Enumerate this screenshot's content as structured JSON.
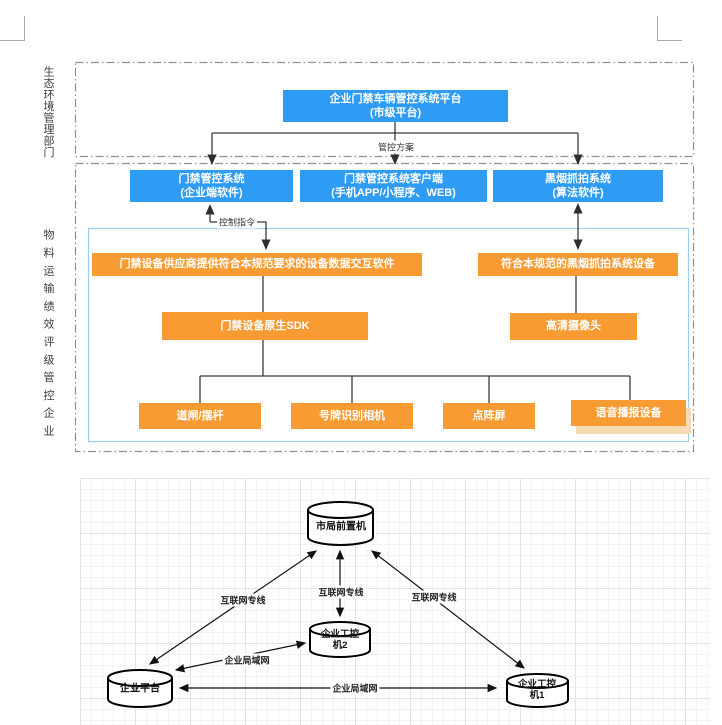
{
  "sections": {
    "gov_label": "生态环境管理部门",
    "enterprise_label": "物料运输绩效评级管控企业"
  },
  "flowchart": {
    "platform": "企业门禁车辆管控系统平台\n(市级平台)",
    "edge_plan": "管控方案",
    "edge_control": "控制指令",
    "access_system": "门禁管控系统\n(企业端软件)",
    "client_system": "门禁管控系统客户端\n(手机APP/小程序、WEB)",
    "smoke_system": "黑烟抓拍系统\n(算法软件)",
    "interaction_software": "门禁设备供应商提供符合本规范要求的设备数据交互软件",
    "smoke_equipment": "符合本规范的黑烟抓拍系统设备",
    "sdk": "门禁设备原生SDK",
    "camera": "高清摄像头",
    "barrier": "道闸/摆杆",
    "plate_camera": "号牌识别相机",
    "dot_screen": "点阵屏",
    "voice_device": "语音播报设备"
  },
  "network": {
    "city_server": "市局前置机",
    "ipc2": "企业工控\n机2",
    "enterprise_platform": "企业平台",
    "ipc1": "企业工控\n机1",
    "internet_line_left": "互联网专线",
    "internet_line_mid": "互联网专线",
    "internet_line_right": "互联网专线",
    "lan_diagonal": "企业局域网",
    "lan_horizontal": "企业局域网"
  },
  "colors": {
    "box_blue": "#2e9bf5",
    "box_orange": "#f99b33",
    "inner_frame_blue": "#9cccf0",
    "boundary_gray": "#909090"
  }
}
